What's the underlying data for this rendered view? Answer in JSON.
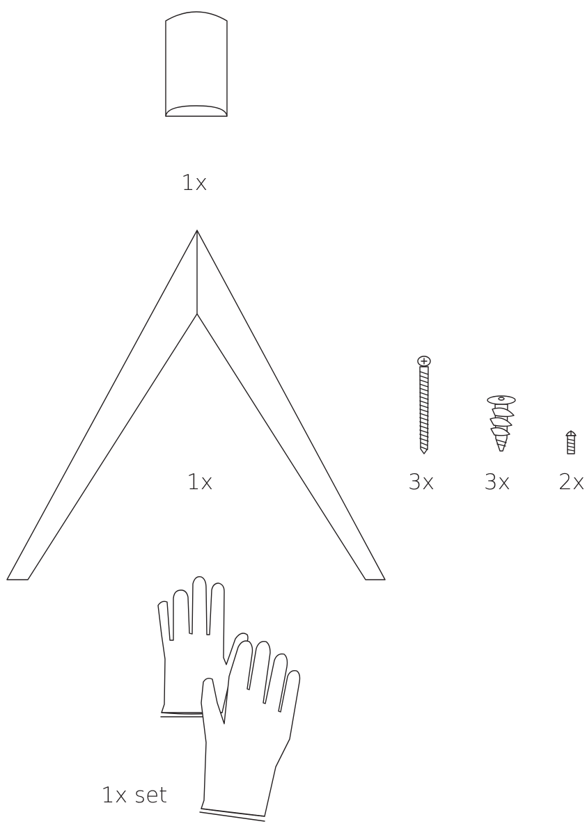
{
  "parts": {
    "shade": {
      "quantity": "1x",
      "icon": "cylinder-shade-icon"
    },
    "arm_bracket": {
      "quantity": "1x",
      "icon": "v-shaped-arm-icon"
    },
    "long_screw": {
      "quantity": "3x",
      "icon": "long-screw-icon"
    },
    "wall_anchor": {
      "quantity": "3x",
      "icon": "drywall-anchor-icon"
    },
    "small_screw": {
      "quantity": "2x",
      "icon": "small-screw-icon"
    },
    "gloves": {
      "quantity": "1x set",
      "icon": "gloves-icon"
    }
  },
  "colors": {
    "line": "#231f20",
    "background": "#ffffff"
  }
}
